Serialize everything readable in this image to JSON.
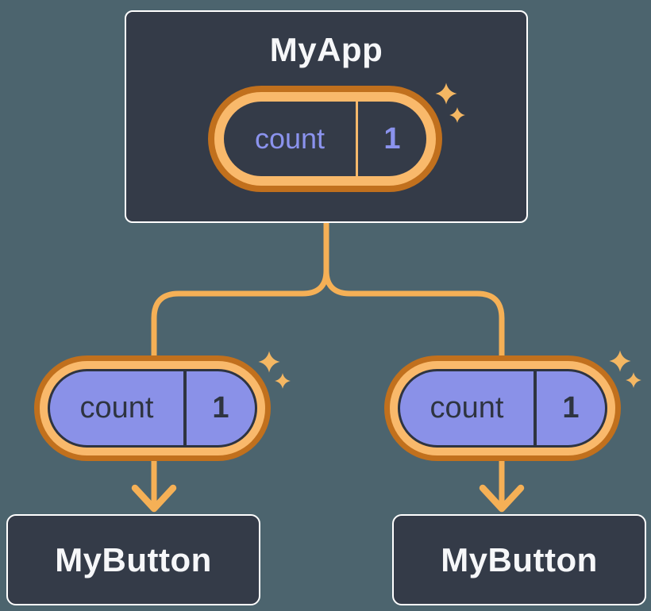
{
  "colors": {
    "background": "#4C646E",
    "card_background": "#343B48",
    "card_border": "#FFFFFF",
    "card_text": "#F6F7F9",
    "ring_outer_orange": "#C1701D",
    "ring_inner_orange": "#F9B96B",
    "connector_orange": "#F5B056",
    "state_fill_purple": "#8A91E8",
    "state_text_purple": "#8B93EE",
    "state_text_dark": "#2E3440",
    "sparkle_orange": "#F4B763"
  },
  "root_component": {
    "title": "MyApp",
    "state": {
      "label": "count",
      "value": "1"
    }
  },
  "child_components": [
    {
      "title": "MyButton",
      "state": {
        "label": "count",
        "value": "1"
      }
    },
    {
      "title": "MyButton",
      "state": {
        "label": "count",
        "value": "1"
      }
    }
  ]
}
